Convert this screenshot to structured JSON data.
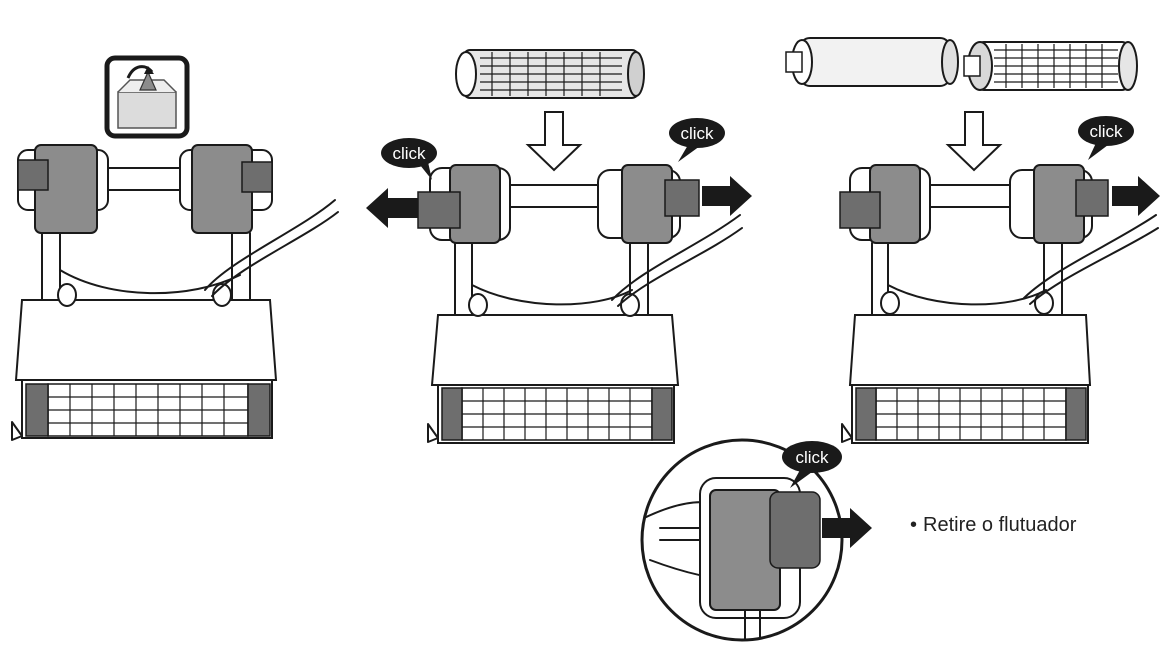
{
  "click_label": "click",
  "instruction": {
    "bullet": "•",
    "text": "Retire o flutuador"
  },
  "colors": {
    "line": "#1a1a1a",
    "wheel_fill": "#8c8c8c",
    "background": "#ffffff"
  },
  "icons": [
    "open-box-icon",
    "brush-roller",
    "float-roller",
    "brush-roller-with-bristles"
  ]
}
